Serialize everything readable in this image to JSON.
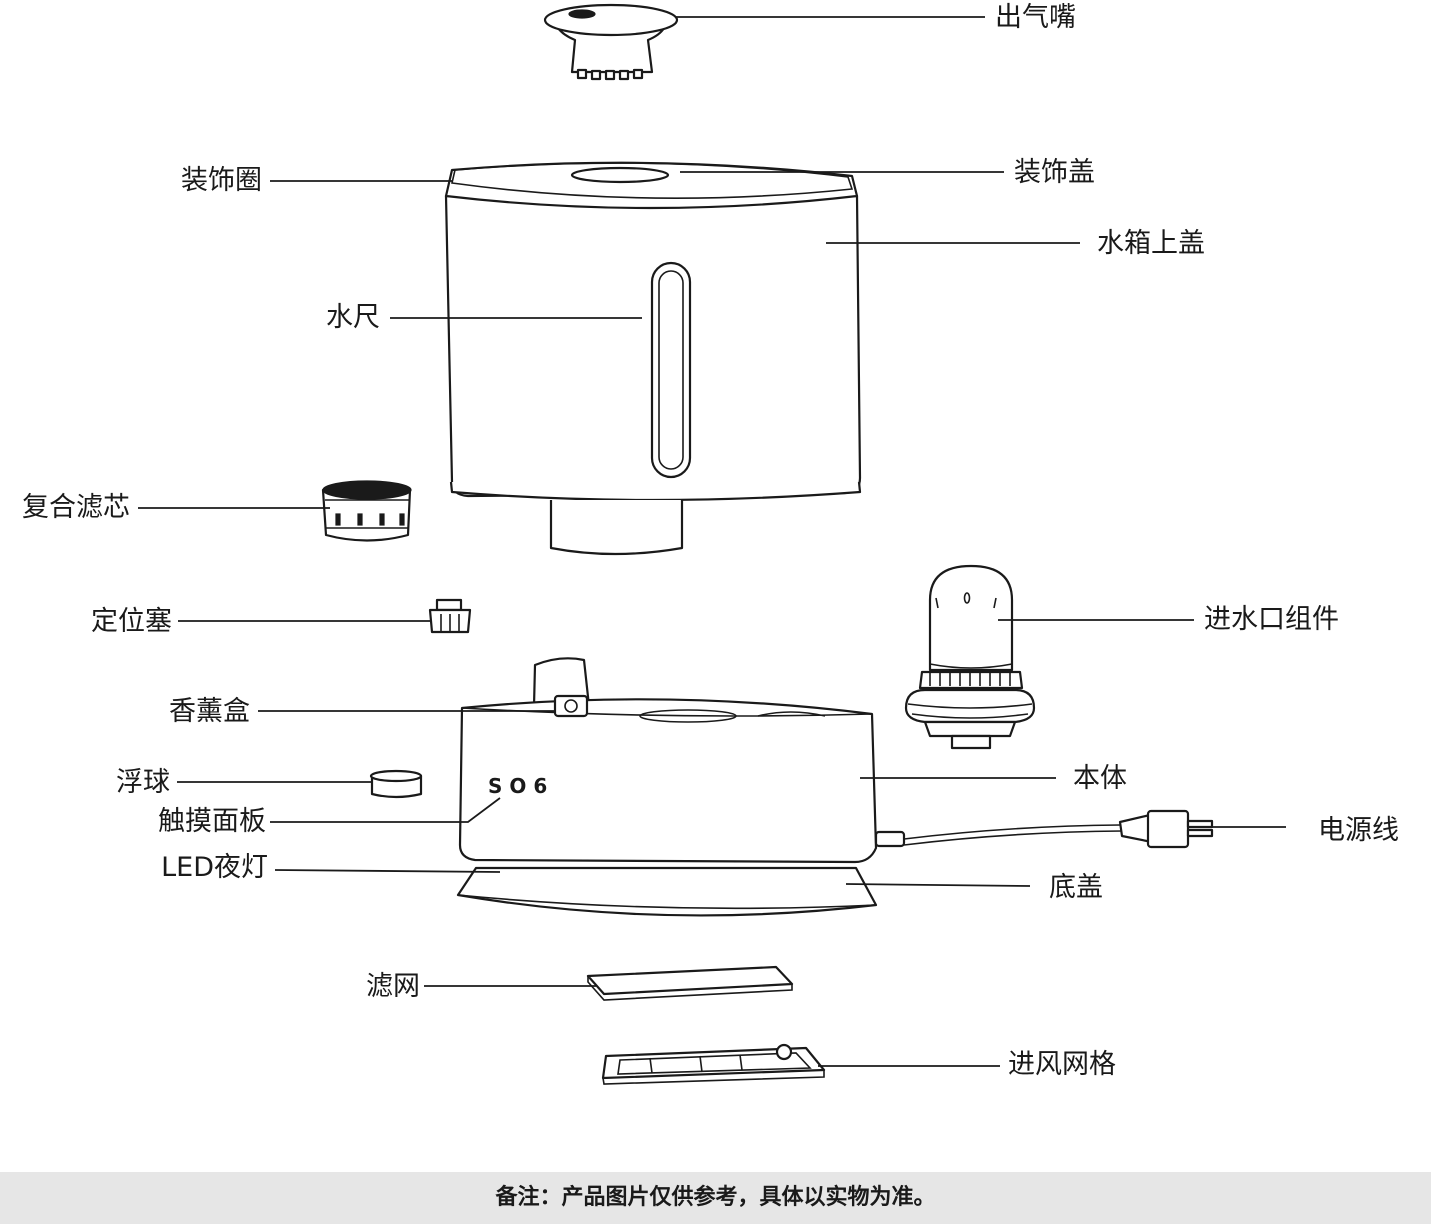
{
  "labels": {
    "outlet_nozzle": "出气嘴",
    "decorative_ring": "装饰圈",
    "decorative_cap": "装饰盖",
    "tank_top_cover": "水箱上盖",
    "water_gauge": "水尺",
    "composite_filter": "复合滤芯",
    "positioning_plug": "定位塞",
    "water_inlet_assembly": "进水口组件",
    "aroma_box": "香薰盒",
    "float_ball": "浮球",
    "main_body": "本体",
    "touch_panel": "触摸面板",
    "power_cord": "电源线",
    "led_night_light": "LED夜灯",
    "bottom_cover": "底盖",
    "filter_mesh": "滤网",
    "air_inlet_grille": "进风网格"
  },
  "footer": {
    "note": "备注：产品图片仅供参考，具体以实物为准。"
  },
  "colors": {
    "line": "#1a1a1a",
    "background": "#ffffff",
    "footer_background": "#e6e6e6"
  }
}
